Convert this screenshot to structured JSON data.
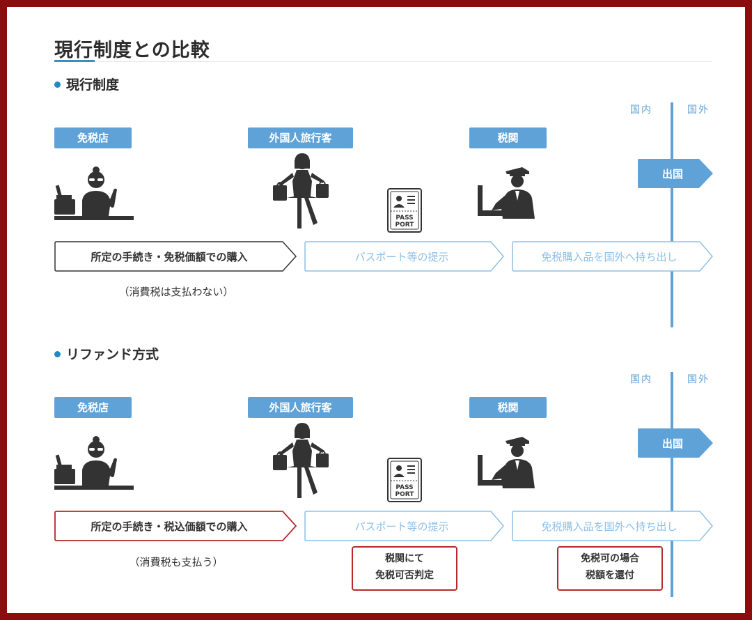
{
  "title": "現行制度との比較",
  "sections": [
    {
      "heading": "現行制度",
      "roles": [
        "免税店",
        "外国人旅行客",
        "税関"
      ],
      "border_labels": {
        "domestic": "国内",
        "foreign": "国外"
      },
      "exit_label": "出国",
      "steps": [
        "所定の手続き・免税価額での購入",
        "パスポート等の提示",
        "免税購入品を国外へ持ち出し"
      ],
      "note": "（消費税は支払わない）",
      "passport_text": [
        "PASS",
        "PORT"
      ]
    },
    {
      "heading": "リファンド方式",
      "roles": [
        "免税店",
        "外国人旅行客",
        "税関"
      ],
      "border_labels": {
        "domestic": "国内",
        "foreign": "国外"
      },
      "exit_label": "出国",
      "steps": [
        "所定の手続き・税込価額での購入",
        "パスポート等の提示",
        "免税購入品を国外へ持ち出し"
      ],
      "note": "（消費税も支払う）",
      "passport_text": [
        "PASS",
        "PORT"
      ],
      "boxes": [
        {
          "lines": [
            "税関にて",
            "免税可否判定"
          ]
        },
        {
          "lines": [
            "免税可の場合",
            "税額を還付"
          ]
        }
      ]
    }
  ],
  "colors": {
    "accent_blue": "#5fa2d8",
    "dark_red": "#8b0d0d",
    "red_border": "#b42a2a",
    "icon_gray": "#333333"
  },
  "icons": [
    "shop-clerk-icon",
    "traveler-icon",
    "passport-icon",
    "customs-officer-icon"
  ]
}
